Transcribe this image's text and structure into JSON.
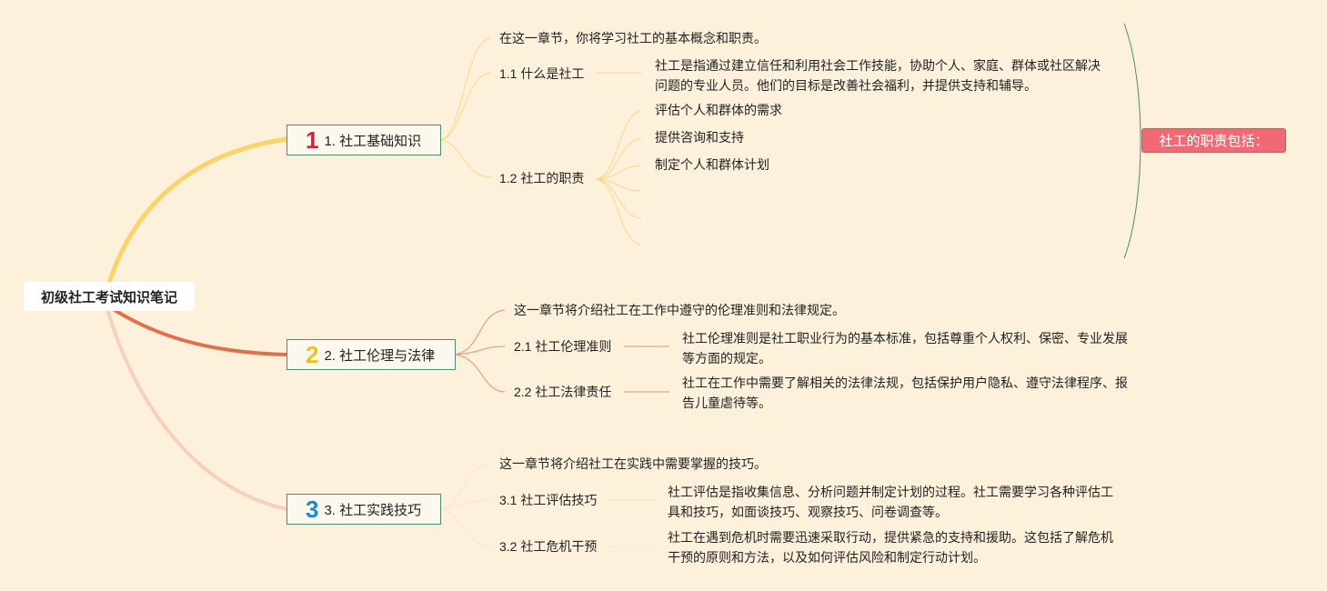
{
  "root": {
    "title": "初级社工考试知识笔记"
  },
  "chapters": [
    {
      "number": "1",
      "number_color": "#d0243c",
      "title": "1. 社工基础知识",
      "intro": "在这一章节，你将学习社工的基本概念和职责。",
      "sections": [
        {
          "title": "1.1 什么是社工",
          "text": "社工是指通过建立信任和利用社会工作技能，协助个人、家庭、群体或社区解决问题的专业人员。他们的目标是改善社会福利，并提供支持和辅导。"
        },
        {
          "title": "1.2 社工的职责",
          "items": [
            "评估个人和群体的需求",
            "提供咨询和支持",
            "制定个人和群体计划"
          ]
        }
      ]
    },
    {
      "number": "2",
      "number_color": "#f0c020",
      "title": "2. 社工伦理与法律",
      "intro": "这一章节将介绍社工在工作中遵守的伦理准则和法律规定。",
      "sections": [
        {
          "title": "2.1 社工伦理准则",
          "text": "社工伦理准则是社工职业行为的基本标准，包括尊重个人权利、保密、专业发展等方面的规定。"
        },
        {
          "title": "2.2 社工法律责任",
          "text": "社工在工作中需要了解相关的法律法规，包括保护用户隐私、遵守法律程序、报告儿童虐待等。"
        }
      ]
    },
    {
      "number": "3",
      "number_color": "#1e8ad6",
      "title": "3. 社工实践技巧",
      "intro": "这一章节将介绍社工在实践中需要掌握的技巧。",
      "sections": [
        {
          "title": "3.1 社工评估技巧",
          "text": "社工评估是指收集信息、分析问题并制定计划的过程。社工需要学习各种评估工具和技巧，如面谈技巧、观察技巧、问卷调查等。"
        },
        {
          "title": "3.2 社工危机干预",
          "text": "社工在遇到危机时需要迅速采取行动，提供紧急的支持和援助。这包括了解危机干预的原则和方法，以及如何评估风险和制定行动计划。"
        }
      ]
    }
  ],
  "callout": {
    "label": "社工的职责包括："
  },
  "colors": {
    "background": "#fdf1dc",
    "branch1": "#f8d46a",
    "branch2": "#e0704a",
    "branch3": "#f5d0c0",
    "callout": "#f06a76"
  }
}
